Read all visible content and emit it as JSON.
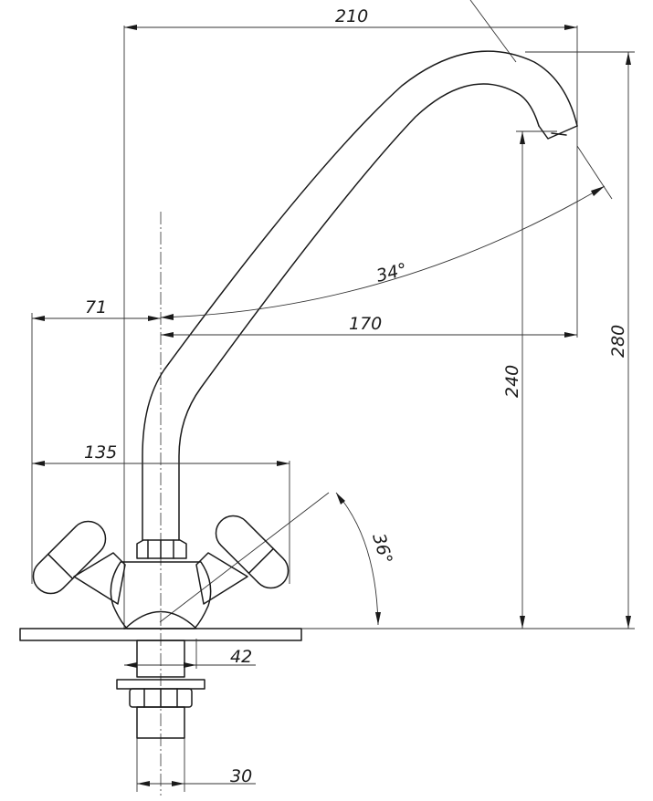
{
  "dimensions": {
    "d210": "210",
    "d280": "280",
    "d240": "240",
    "d170": "170",
    "d71": "71",
    "d135": "135",
    "d42": "42",
    "d30": "30",
    "a34": "34°",
    "a36": "36°"
  },
  "colors": {
    "line": "#1a1a1a",
    "background": "#ffffff"
  }
}
